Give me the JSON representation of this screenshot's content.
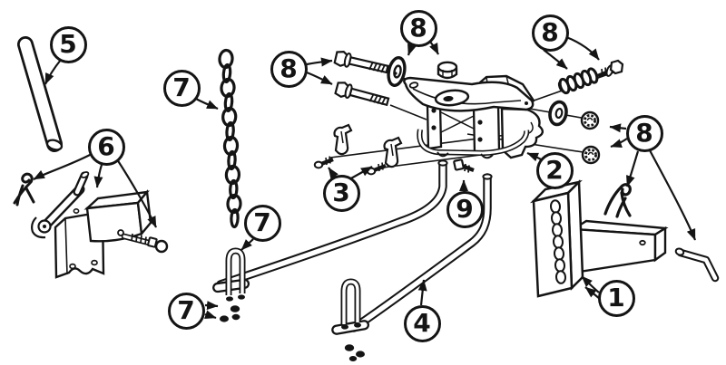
{
  "figure": {
    "type": "exploded-parts-line-diagram",
    "background_color": "#ffffff",
    "line_color": "#141414",
    "callout_count": 14
  },
  "callouts": {
    "c1": {
      "label": "1"
    },
    "c2": {
      "label": "2"
    },
    "c3": {
      "label": "3"
    },
    "c4": {
      "label": "4"
    },
    "c5": {
      "label": "5"
    },
    "c6": {
      "label": "6"
    },
    "c7a": {
      "label": "7"
    },
    "c7b": {
      "label": "7"
    },
    "c7c": {
      "label": "7"
    },
    "c8a": {
      "label": "8"
    },
    "c8b": {
      "label": "8"
    },
    "c8c": {
      "label": "8"
    },
    "c8d": {
      "label": "8"
    },
    "c9": {
      "label": "9"
    }
  }
}
